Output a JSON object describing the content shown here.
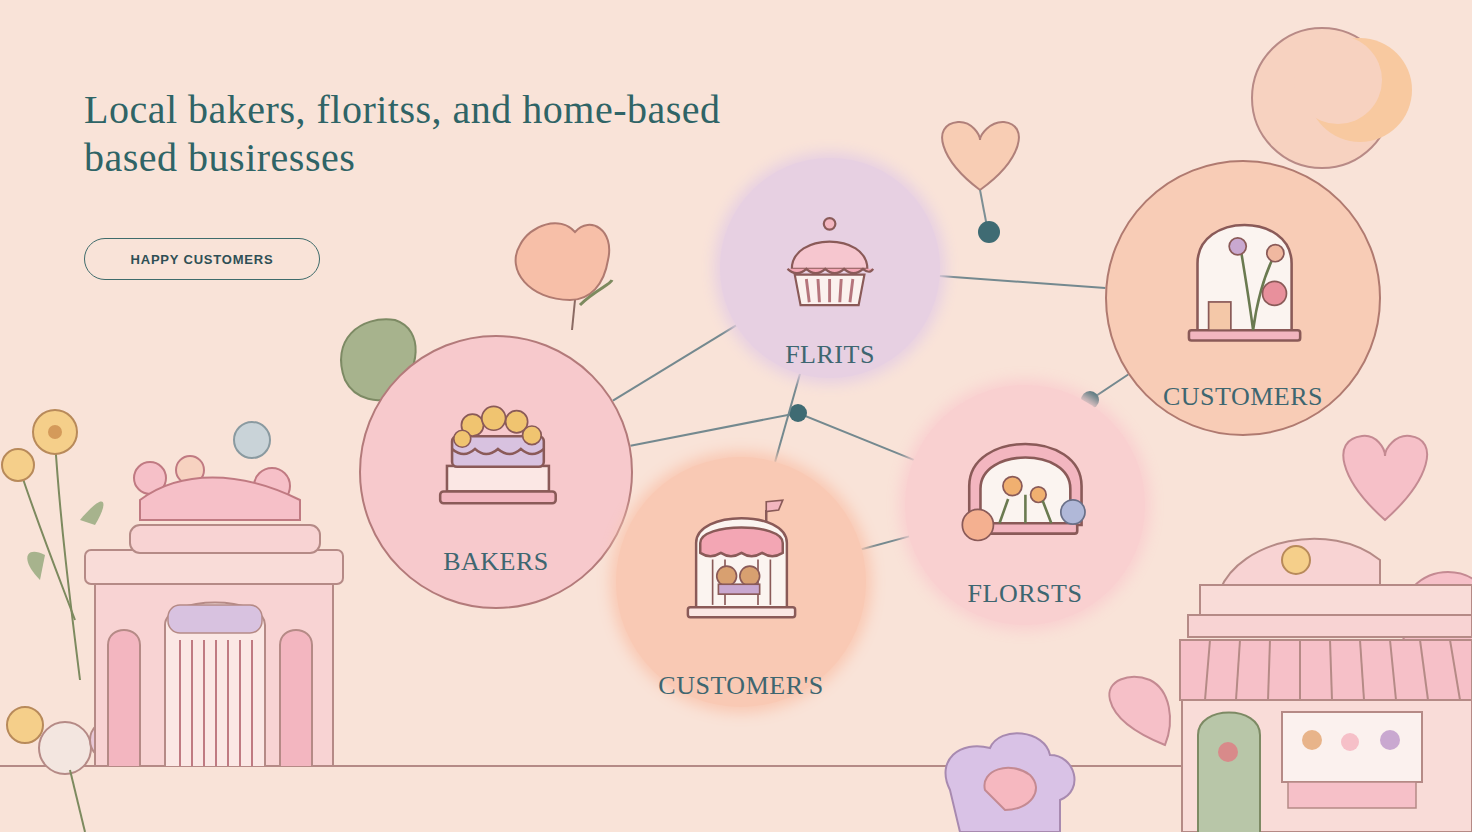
{
  "diagram": {
    "title": "Local bakers, floritss, and home-based based busiresses",
    "nodes": [
      {
        "text": [
          "HAPPY CUSTOMERS"
        ]
      },
      {
        "text": [
          "FLRITS"
        ]
      },
      {
        "text": [
          "CUSTOMERS"
        ]
      },
      {
        "text": [
          "BAKERS"
        ]
      },
      {
        "text": [
          "FLORSTS"
        ]
      },
      {
        "text": [
          "CUSTOMER'S"
        ]
      }
    ],
    "edges": [
      {
        "from": 3,
        "to": 1,
        "arrow": "none"
      },
      {
        "from": 3,
        "to": 4,
        "arrow": "none"
      },
      {
        "from": 1,
        "to": 2,
        "arrow": "none"
      },
      {
        "from": 4,
        "to": 2,
        "arrow": "none"
      },
      {
        "from": 5,
        "to": 4,
        "arrow": "none"
      },
      {
        "from": 1,
        "to": 5,
        "arrow": "none"
      }
    ]
  }
}
